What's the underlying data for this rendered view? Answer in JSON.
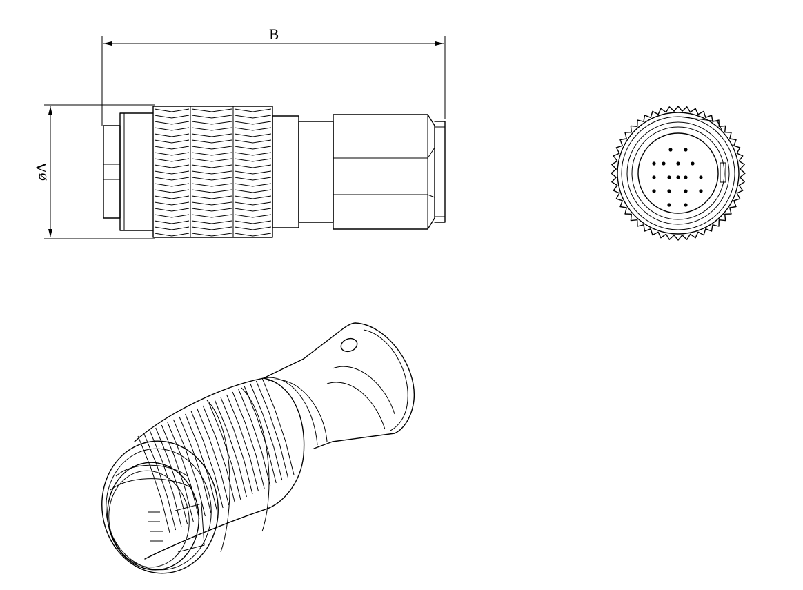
{
  "dimensions": {
    "diameter_label": "øA",
    "length_label": "B"
  },
  "front_view": {
    "pin_count": 17
  }
}
